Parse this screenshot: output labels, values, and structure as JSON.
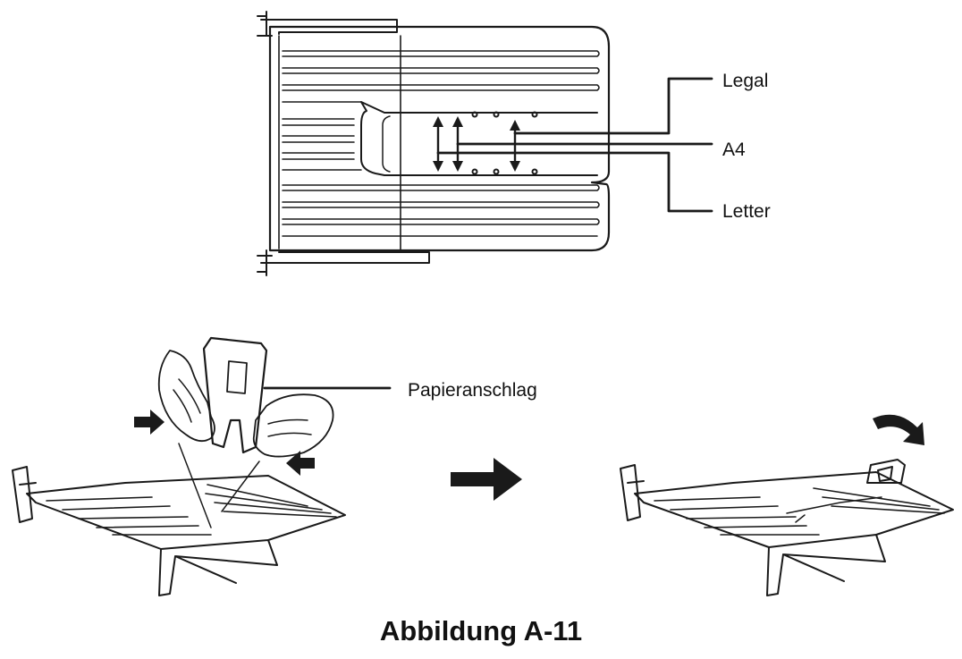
{
  "labels": {
    "legal": "Legal",
    "a4": "A4",
    "letter": "Letter",
    "paper_stopper": "Papieranschlag"
  },
  "caption": "Abbildung A-11",
  "colors": {
    "line": "#1a1a1a",
    "background": "#ffffff"
  }
}
